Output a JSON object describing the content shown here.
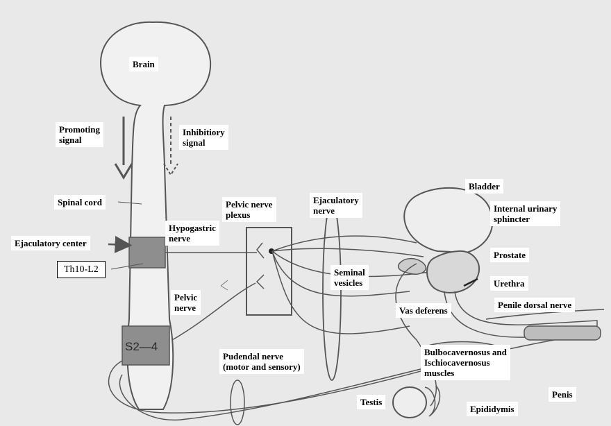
{
  "colors": {
    "background": "#e9e9e9",
    "line": "#555555",
    "segment_fill": "#8e8e8e",
    "label_bg": "#ffffff"
  },
  "spinal_segments": {
    "upper": "",
    "lower": "S2—4"
  },
  "labels": {
    "brain": "Brain",
    "promoting_signal": "Promoting\nsignal",
    "inhibitory_signal": "Inhibitiory\nsignal",
    "spinal_cord": "Spinal cord",
    "ejaculatory_center": "Ejaculatory center",
    "th10_l2": "Th10-L2",
    "hypogastric_nerve": "Hypogastric\nnerve",
    "pelvic_nerve_plexus": "Pelvic nerve\n plexus",
    "ejaculatory_nerve": "Ejaculatory\nnerve",
    "pelvic_nerve": "Pelvic\nnerve",
    "seminal_vesicles": "Seminal\nvesicles",
    "bladder": "Bladder",
    "internal_urinary_sphincter": "Internal urinary\nsphincter",
    "prostate": "Prostate",
    "urethra": "Urethra",
    "vas_deferens": "Vas deferens",
    "penile_dorsal_nerve": "Penile dorsal nerve",
    "pudendal_nerve": "Pudendal nerve\n(motor and sensory)",
    "bulbocavernosus": "Bulbocavernosus and\nIschiocavernosus\nmuscles",
    "testis": "Testis",
    "epididymis": "Epididymis",
    "penis": "Penis"
  }
}
